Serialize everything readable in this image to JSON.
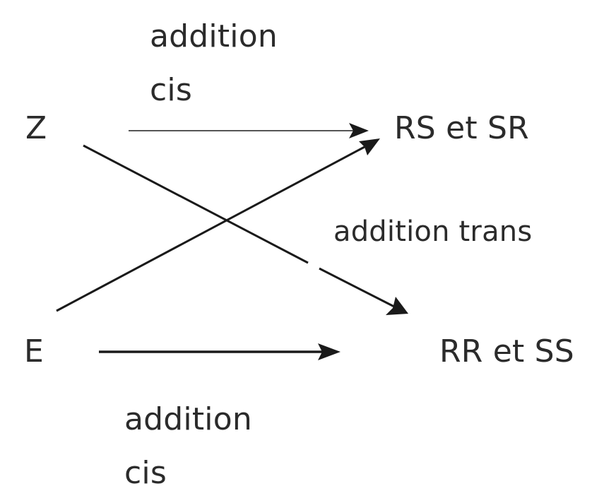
{
  "nodes": {
    "z": "Z",
    "e": "E",
    "rs_sr": "RS  et SR",
    "rr_ss": "RR  et SS"
  },
  "labels": {
    "top_line1": "addition",
    "top_line2": "cis",
    "trans": "addition trans",
    "bottom_line1": "addition",
    "bottom_line2": "cis"
  },
  "colors": {
    "text": "#2b2b2b",
    "line": "#1a1a1a",
    "thin_line": "#555555"
  }
}
